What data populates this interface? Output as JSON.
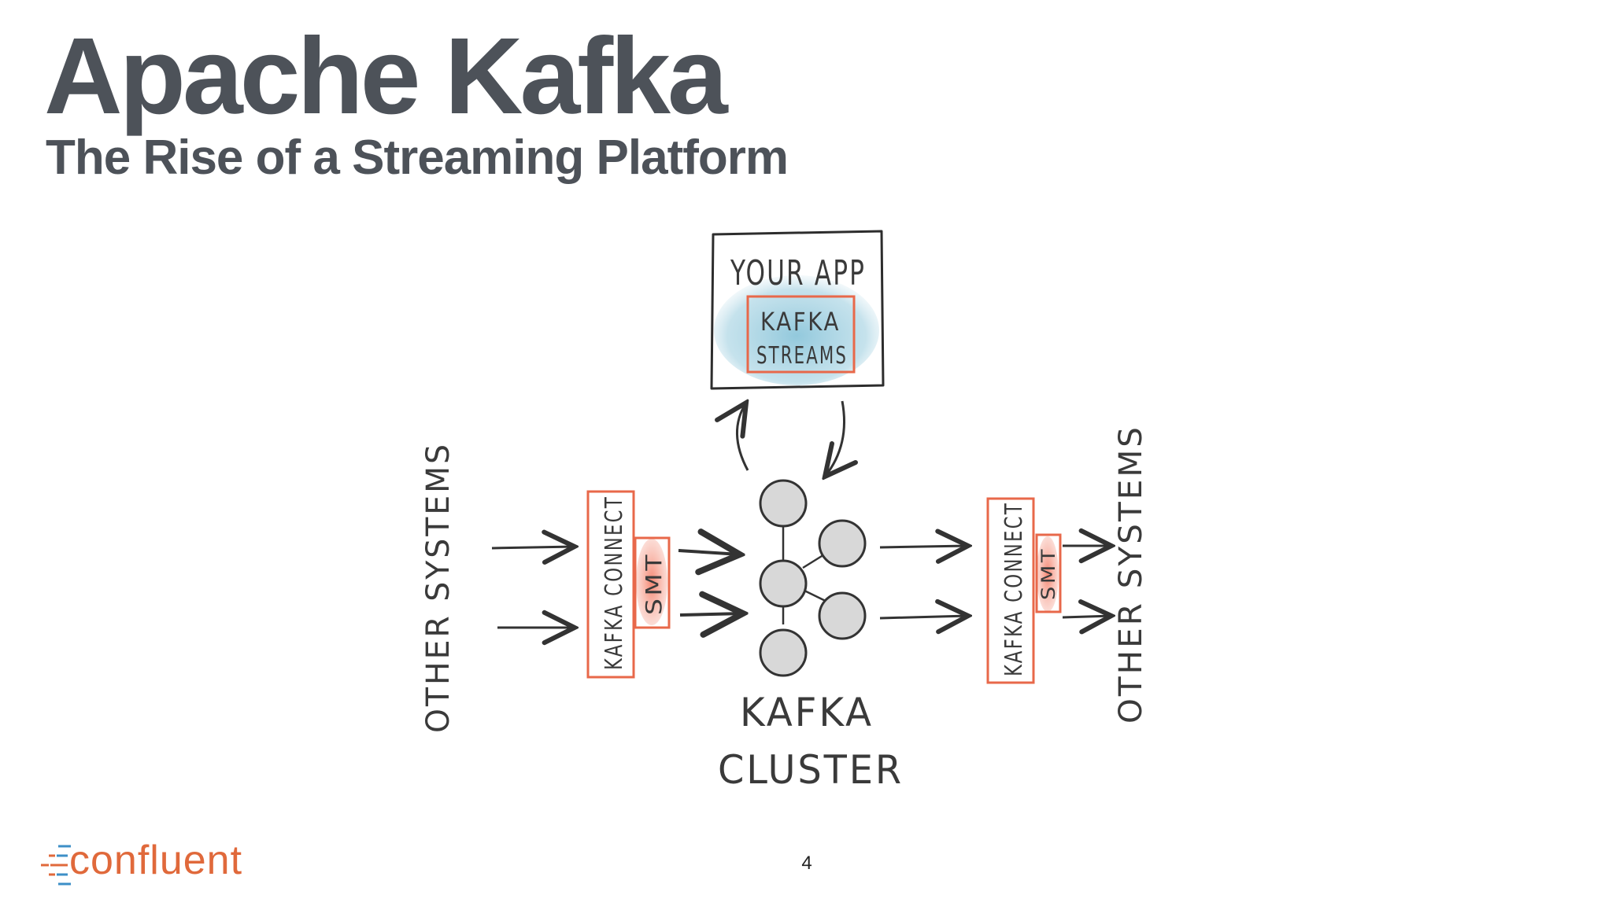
{
  "slide": {
    "title": "Apache Kafka",
    "subtitle": "The Rise of a Streaming Platform",
    "page_number": "4"
  },
  "diagram": {
    "app_box_label": "YOUR APP",
    "streams_label_line1": "KAFKA",
    "streams_label_line2": "STREAMS",
    "left_systems_label": "OTHER SYSTEMS",
    "right_systems_label": "OTHER SYSTEMS",
    "left_connect_label": "KAFKA CONNECT",
    "right_connect_label": "KAFKA CONNECT",
    "left_smt_label": "SMT",
    "right_smt_label": "SMT",
    "cluster_label_line1": "KAFKA",
    "cluster_label_line2": "CLUSTER",
    "colors": {
      "accent": "#e8684a",
      "smt_fill": "#f47a63",
      "streams_cloud": "#7fbfd6",
      "node_fill": "#d8d8d8",
      "ink": "#333333"
    }
  },
  "footer": {
    "logo_text": "confluent",
    "logo_colors": {
      "dash_orange": "#e0693b",
      "dash_blue": "#3d8fc7"
    }
  }
}
